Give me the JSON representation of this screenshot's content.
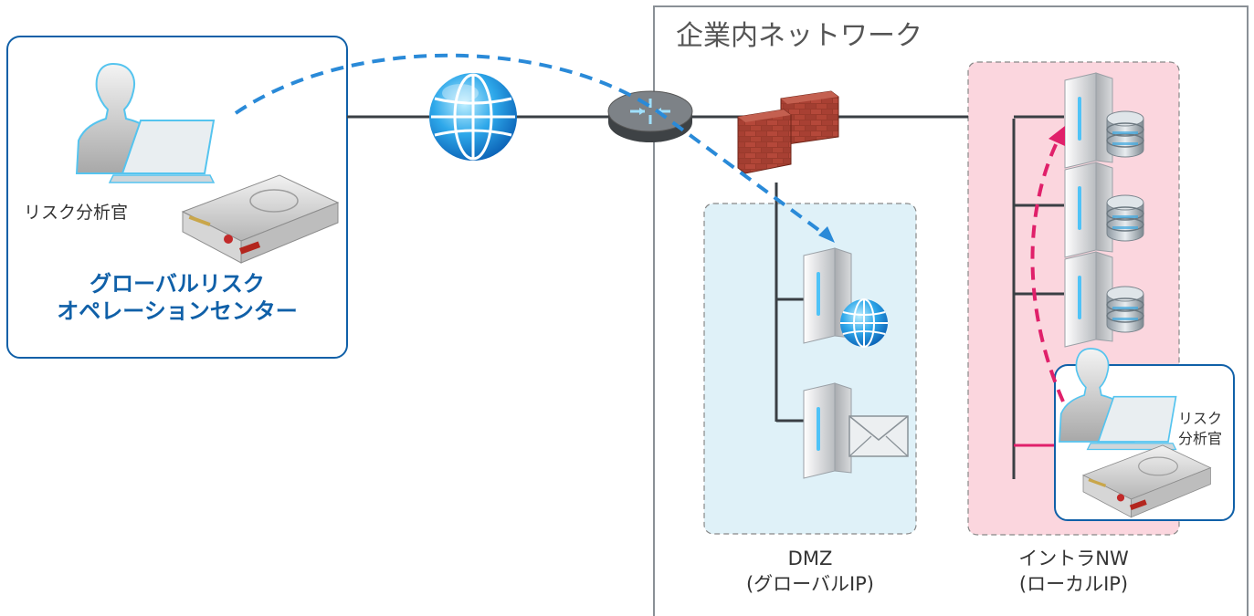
{
  "soc": {
    "analyst_label": "リスク分析官",
    "title_line1": "グローバルリスク",
    "title_line2": "オペレーションセンター"
  },
  "network": {
    "title": "企業内ネットワーク"
  },
  "dmz": {
    "label_line1": "DMZ",
    "label_line2": "(グローバルIP)"
  },
  "intranet": {
    "label_line1": "イントラNW",
    "label_line2": "(ローカルIP)"
  },
  "local_analyst": {
    "label_line1": "リスク",
    "label_line2": "分析官"
  },
  "colors": {
    "soc_blue": "#1060a8",
    "remote_path": "#2a8ad8",
    "local_path": "#e0206a",
    "dmz_fill": "#dff1f8",
    "intranet_fill": "#fbd6de"
  }
}
